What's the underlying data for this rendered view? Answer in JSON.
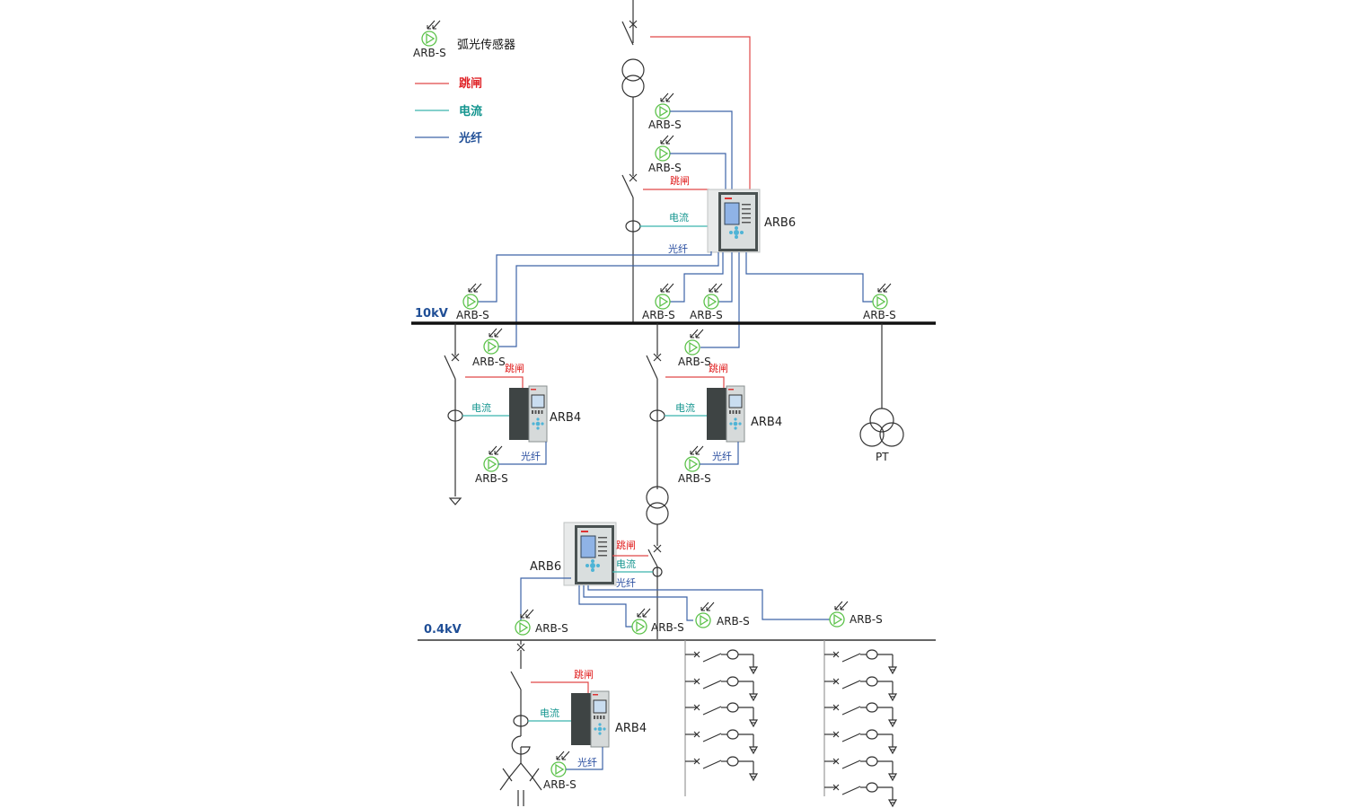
{
  "legend": {
    "sensor_label": "ARB-S",
    "sensor_desc": "弧光传感器",
    "trip": {
      "label": "跳闸",
      "color": "#e04848"
    },
    "current": {
      "label": "电流",
      "color": "#3bb3ad"
    },
    "fiber": {
      "label": "光纤",
      "color": "#3d63a8"
    }
  },
  "buses": {
    "hv": "10kV",
    "lv": "0.4kV"
  },
  "sensor_name": "ARB-S",
  "signals": {
    "trip": "跳闸",
    "current": "电流",
    "fiber": "光纤"
  },
  "devices": {
    "main_unit": "ARB6",
    "sub_unit": "ARB4",
    "pt": "PT"
  },
  "colors": {
    "sensor": "#5cc24a",
    "trip": "#e04848",
    "current": "#3bb3ad",
    "fiber": "#3d63a8"
  }
}
